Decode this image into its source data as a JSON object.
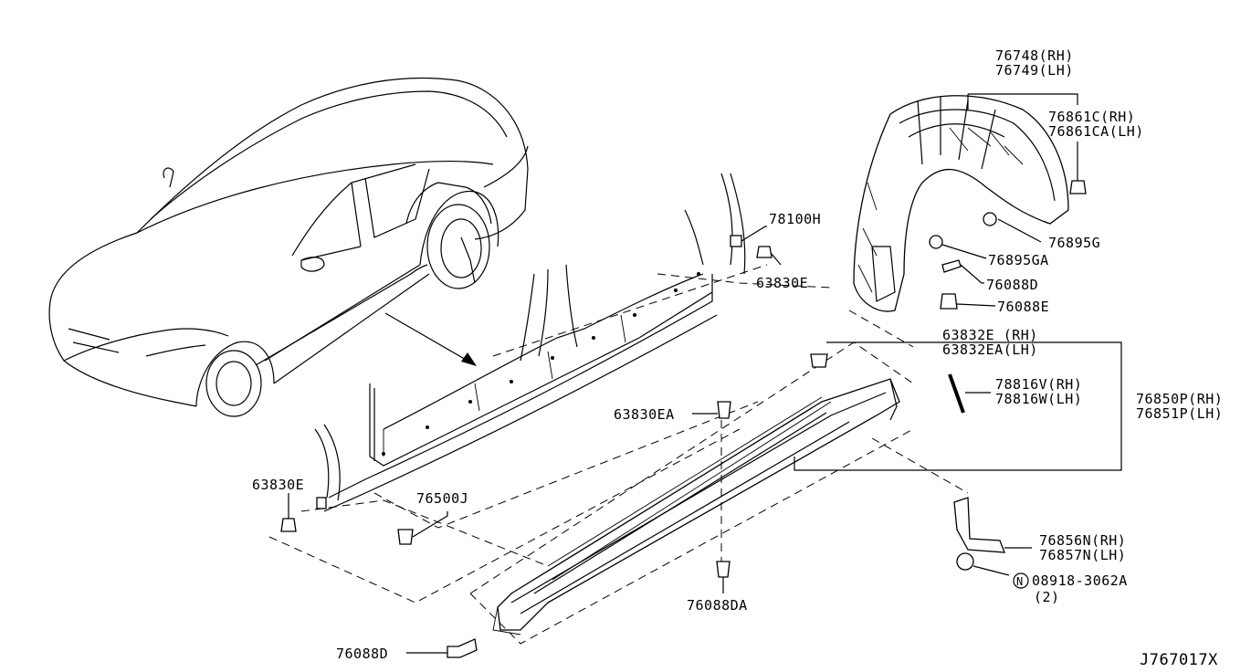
{
  "diagram_id": "J767017X",
  "callouts": [
    {
      "key": "c76748",
      "lines": [
        "76748(RH)",
        "76749(LH)"
      ]
    },
    {
      "key": "c76861",
      "lines": [
        "76861C(RH)",
        "76861CA(LH)"
      ]
    },
    {
      "key": "c78100",
      "lines": [
        "78100H"
      ]
    },
    {
      "key": "c63830e_top",
      "lines": [
        "63830E"
      ]
    },
    {
      "key": "c76895g",
      "lines": [
        "76895G"
      ]
    },
    {
      "key": "c76895ga",
      "lines": [
        "76895GA"
      ]
    },
    {
      "key": "c76088d_top",
      "lines": [
        "76088D"
      ]
    },
    {
      "key": "c76088e",
      "lines": [
        "76088E"
      ]
    },
    {
      "key": "c63832e",
      "lines": [
        "63832E (RH)",
        "63832EA(LH)"
      ]
    },
    {
      "key": "c78816",
      "lines": [
        "78816V(RH)",
        "78816W(LH)"
      ]
    },
    {
      "key": "c76850",
      "lines": [
        "76850P(RH)",
        "76851P(LH)"
      ]
    },
    {
      "key": "c63830ea",
      "lines": [
        "63830EA"
      ]
    },
    {
      "key": "c63830e_left",
      "lines": [
        "63830E"
      ]
    },
    {
      "key": "c76500",
      "lines": [
        "76500J"
      ]
    },
    {
      "key": "c76856",
      "lines": [
        "76856N(RH)",
        "76857N(LH)"
      ]
    },
    {
      "key": "c08918",
      "lines": [
        "08918-3062A",
        "(2)"
      ]
    },
    {
      "key": "c76088da",
      "lines": [
        "76088DA"
      ]
    },
    {
      "key": "c76088d_bottom",
      "lines": [
        "76088D"
      ]
    }
  ],
  "nut_symbol": "N"
}
